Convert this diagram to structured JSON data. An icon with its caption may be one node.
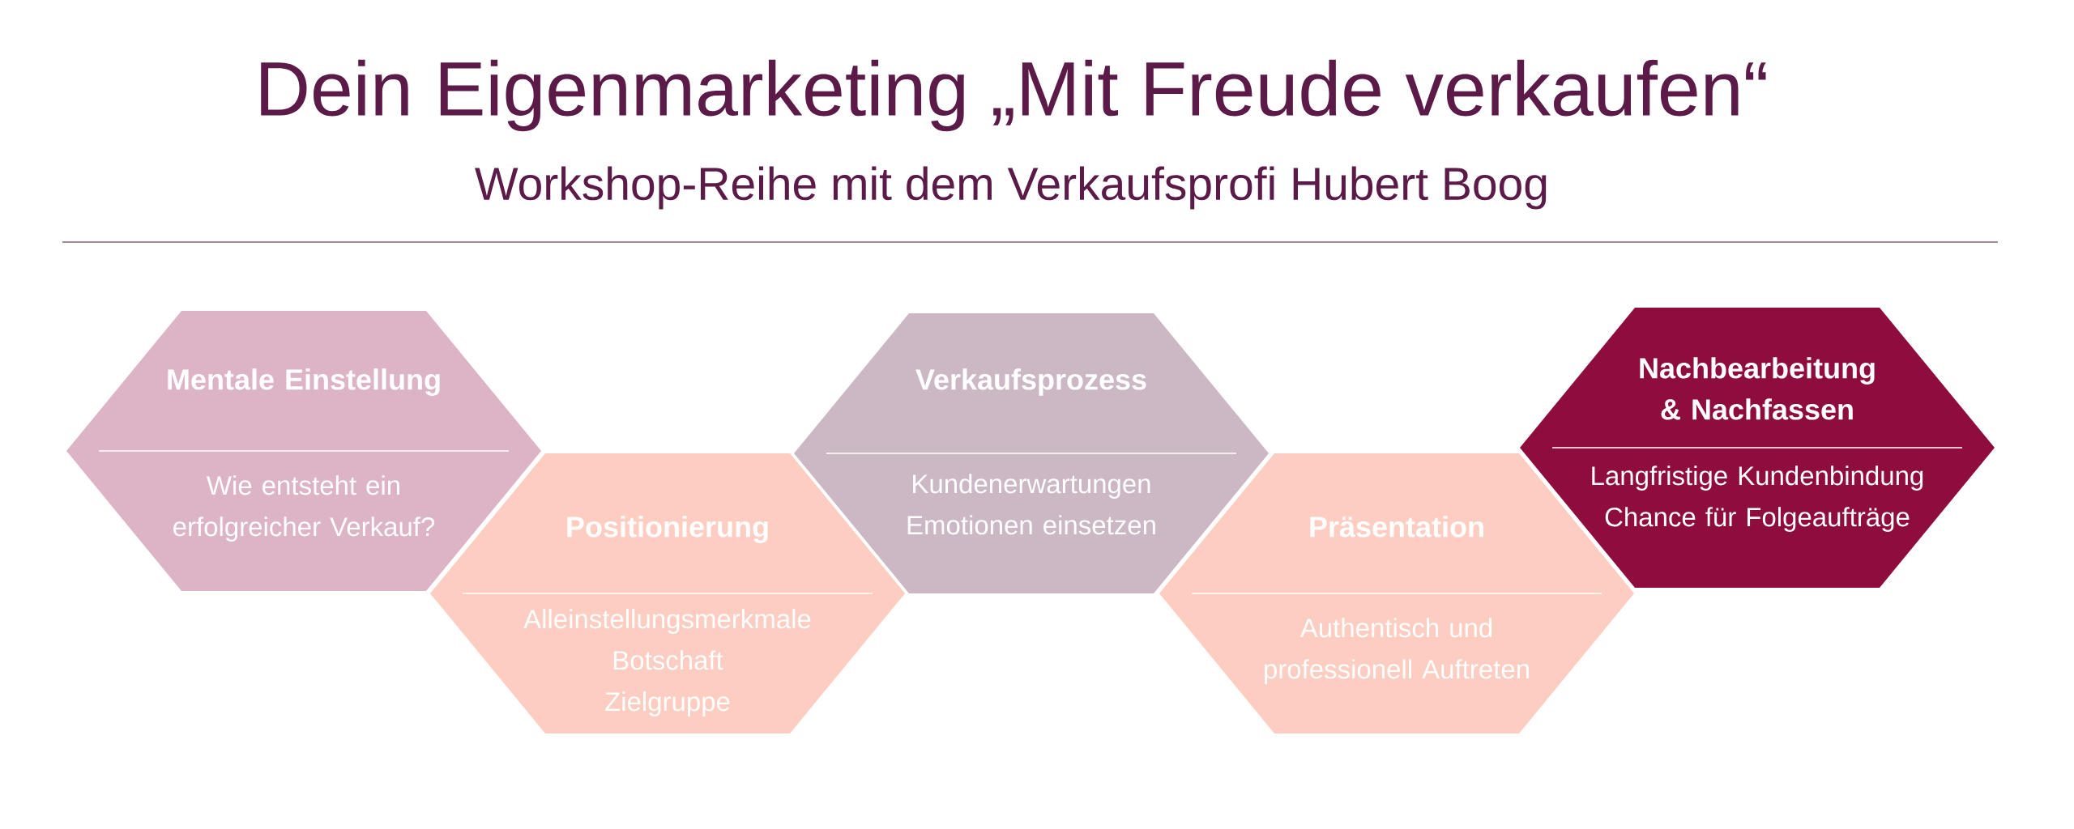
{
  "diagram": {
    "title": "Dein Eigenmarketing „Mit Freude verkaufen“",
    "nodes": [
      {
        "text": [
          "Mentale Einstellung",
          "Wie entsteht ein erfolgreicher Verkauf?"
        ]
      },
      {
        "text": [
          "Positionierung",
          "Alleinstellungsmerkmale",
          "Botschaft",
          "Zielgruppe"
        ]
      },
      {
        "text": [
          "Verkaufsprozess",
          "Kundenerwartungen",
          "Emotionen einsetzen"
        ]
      },
      {
        "text": [
          "Präsentation",
          "Authentisch und professionell Auftreten"
        ]
      },
      {
        "text": [
          "Nachbearbeitung & Nachfassen",
          "Langfristige Kundenbindung",
          "Chance für Folgeaufträge"
        ]
      }
    ],
    "labels": [
      "Workshop-Reihe mit dem Verkaufsprofi Hubert Boog"
    ]
  }
}
